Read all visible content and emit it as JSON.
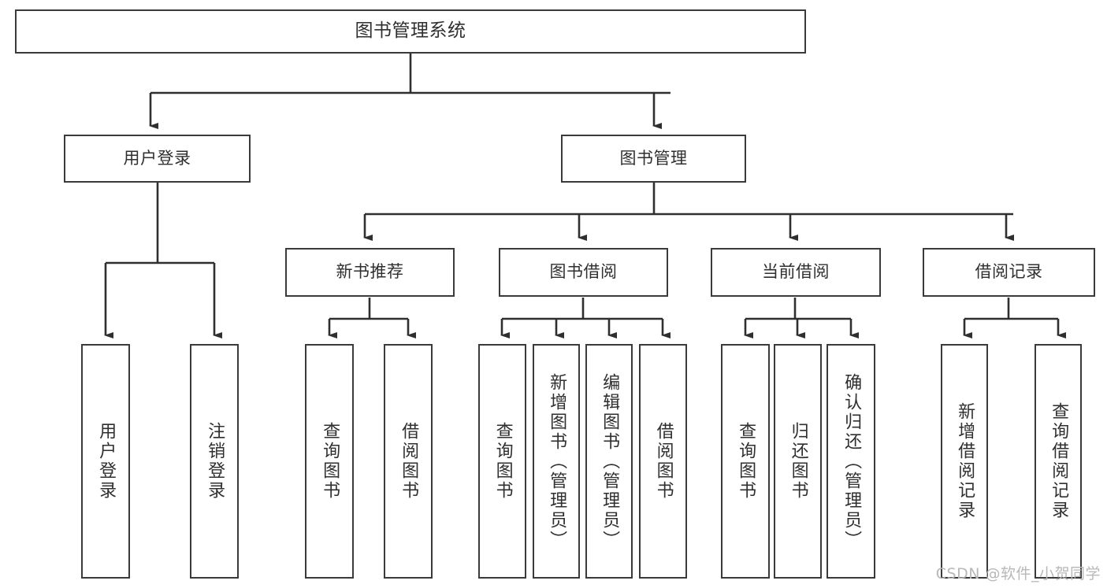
{
  "diagram": {
    "type": "tree-hierarchy",
    "title": "图书管理系统",
    "watermark": "CSDN @软件_小贺同学",
    "colors": {
      "box_border": "#3a3a3a",
      "connector": "#2f2f2f",
      "background": "#ffffff",
      "text": "#2f2f2f",
      "watermark": "#b8b8b8"
    },
    "nodes": {
      "root": {
        "label": "图书管理系统",
        "level": 0
      },
      "level1": [
        {
          "id": "user-login",
          "label": "用户登录"
        },
        {
          "id": "book-management",
          "label": "图书管理"
        }
      ],
      "level2": [
        {
          "id": "new-book-recommend",
          "label": "新书推荐",
          "parent": "book-management"
        },
        {
          "id": "book-borrow",
          "label": "图书借阅",
          "parent": "book-management"
        },
        {
          "id": "current-borrow",
          "label": "当前借阅",
          "parent": "book-management"
        },
        {
          "id": "borrow-record",
          "label": "借阅记录",
          "parent": "book-management"
        }
      ],
      "leaves": [
        {
          "id": "leaf-user-login",
          "label": "用户登录",
          "parent": "user-login"
        },
        {
          "id": "leaf-logout-login",
          "label": "注销登录",
          "parent": "user-login"
        },
        {
          "id": "leaf-query-book-1",
          "label": "查询图书",
          "parent": "new-book-recommend"
        },
        {
          "id": "leaf-borrow-book-1",
          "label": "借阅图书",
          "parent": "new-book-recommend"
        },
        {
          "id": "leaf-query-book-2",
          "label": "查询图书",
          "parent": "book-borrow"
        },
        {
          "id": "leaf-add-book",
          "label": "新增图书（管理员）",
          "parent": "book-borrow"
        },
        {
          "id": "leaf-edit-book",
          "label": "编辑图书（管理员）",
          "parent": "book-borrow"
        },
        {
          "id": "leaf-borrow-book-2",
          "label": "借阅图书",
          "parent": "book-borrow"
        },
        {
          "id": "leaf-query-book-3",
          "label": "查询图书",
          "parent": "current-borrow"
        },
        {
          "id": "leaf-return-book",
          "label": "归还图书",
          "parent": "current-borrow"
        },
        {
          "id": "leaf-confirm-return",
          "label": "确认归还（管理员）",
          "parent": "current-borrow"
        },
        {
          "id": "leaf-add-record",
          "label": "新增借阅记录",
          "parent": "borrow-record"
        },
        {
          "id": "leaf-query-record",
          "label": "查询借阅记录",
          "parent": "borrow-record"
        }
      ]
    }
  }
}
